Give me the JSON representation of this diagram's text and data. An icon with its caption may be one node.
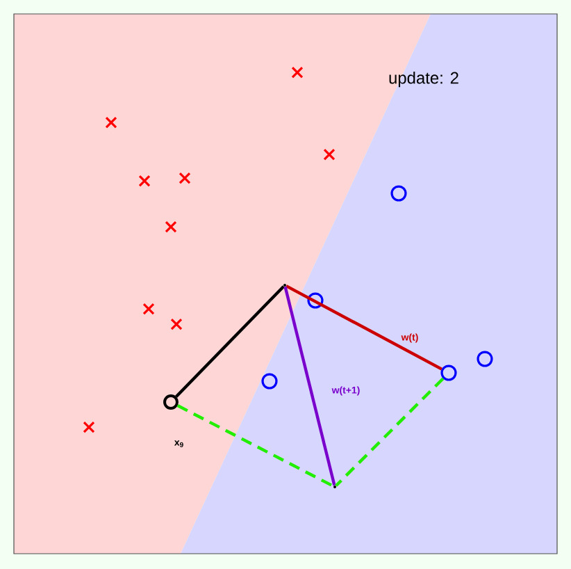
{
  "diagram": {
    "nodes": [
      {
        "text": [],
        "shape": "dot"
      },
      {
        "text": [],
        "shape": "circle",
        "beside": [
          "x$_{9}$"
        ]
      },
      {
        "text": [],
        "shape": "circle"
      },
      {
        "text": [],
        "shape": "circle"
      },
      {
        "text": [],
        "shape": "circle"
      },
      {
        "text": [],
        "shape": "circle"
      },
      {
        "text": [],
        "shape": "circle"
      },
      {
        "text": [],
        "shape": "dot"
      }
    ],
    "edges": [
      {
        "from": 0,
        "to": 1,
        "arrow": "none",
        "color": "#000000"
      },
      {
        "from": 0,
        "to": 5,
        "arrow": "none",
        "color": "#cc0000",
        "label": "w(t)"
      },
      {
        "from": 0,
        "to": 7,
        "arrow": "none",
        "color": "#7a00cc",
        "label": "w(t+1)"
      },
      {
        "from": 1,
        "to": 7,
        "arrow": "none",
        "style": "dashed",
        "color": "#22ee00"
      },
      {
        "from": 5,
        "to": 7,
        "arrow": "none",
        "style": "dashed",
        "color": "#22ee00"
      }
    ],
    "labels": [
      "update: 2"
    ]
  }
}
